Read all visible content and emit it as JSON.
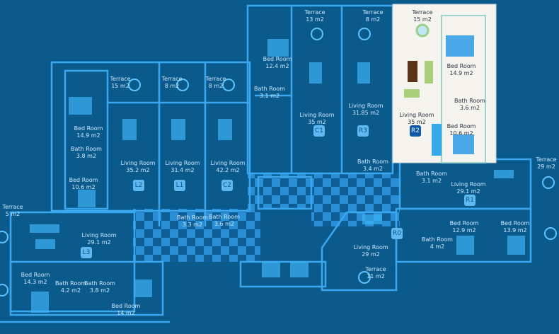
{
  "colors": {
    "background": "#0b5a8c",
    "wall": "#3aa8f0",
    "highlight_panel": "#f4f3ee",
    "selected_badge": "#0f5aa8"
  },
  "selected_unit": "R2",
  "units": [
    {
      "id": "L2",
      "rooms": [
        {
          "name": "Terrace",
          "area": "15 m2"
        },
        {
          "name": "Bed Room",
          "area": "14.9 m2"
        },
        {
          "name": "Bath Room",
          "area": "3.8 m2"
        },
        {
          "name": "Living Room",
          "area": "35.2  m2"
        },
        {
          "name": "Bed Room",
          "area": "10.6 m2"
        }
      ]
    },
    {
      "id": "L1",
      "rooms": [
        {
          "name": "Terrace",
          "area": "8 m2"
        },
        {
          "name": "Living Room",
          "area": "31.4  m2"
        },
        {
          "name": "Bath Room",
          "area": "3.3 m2"
        }
      ]
    },
    {
      "id": "C2",
      "rooms": [
        {
          "name": "Terrace",
          "area": "8 m2"
        },
        {
          "name": "Living Room",
          "area": "42.2  m2"
        },
        {
          "name": "Bath Room",
          "area": "3.6 m2"
        }
      ]
    },
    {
      "id": "C1",
      "rooms": [
        {
          "name": "Terrace",
          "area": "13 m2"
        },
        {
          "name": "Bed Room",
          "area": "12.4 m2"
        },
        {
          "name": "Bath Room",
          "area": "3.1 m2"
        },
        {
          "name": "Living Room",
          "area": "35  m2"
        }
      ]
    },
    {
      "id": "R3",
      "rooms": [
        {
          "name": "Terrace",
          "area": "8 m2"
        },
        {
          "name": "Living Room",
          "area": "31.85 m2"
        },
        {
          "name": "Bath Room",
          "area": "3.4 m2"
        }
      ]
    },
    {
      "id": "R2",
      "rooms": [
        {
          "name": "Terrace",
          "area": "15 m2"
        },
        {
          "name": "Bed Room",
          "area": "14.9 m2"
        },
        {
          "name": "Bath Room",
          "area": "3.6 m2"
        },
        {
          "name": "Living Room",
          "area": "35 m2"
        },
        {
          "name": "Bed Room",
          "area": "10.6 m2"
        }
      ]
    },
    {
      "id": "R1",
      "rooms": [
        {
          "name": "Bath Room",
          "area": "3.1 m2"
        },
        {
          "name": "Living Room",
          "area": "29.1 m2"
        },
        {
          "name": "Terrace",
          "area": "29 m2"
        },
        {
          "name": "Bed Room",
          "area": "12.9 m2"
        },
        {
          "name": "Bed Room",
          "area": "13.9 m2"
        }
      ]
    },
    {
      "id": "R0",
      "rooms": [
        {
          "name": "Living Room",
          "area": "29 m2"
        },
        {
          "name": "Bath Room",
          "area": "4 m2"
        },
        {
          "name": "Terrace",
          "area": "11 m2"
        }
      ]
    },
    {
      "id": "L3",
      "rooms": [
        {
          "name": "Terrace",
          "area": "5 m2"
        },
        {
          "name": "Living Room",
          "area": "29.1 m2"
        },
        {
          "name": "Bed Room",
          "area": "14.3 m2"
        },
        {
          "name": "Bath Room",
          "area": "4.2 m2"
        },
        {
          "name": "Bath Room",
          "area": "3.8 m2"
        },
        {
          "name": "Bed Room",
          "area": "14 m2"
        }
      ]
    }
  ]
}
